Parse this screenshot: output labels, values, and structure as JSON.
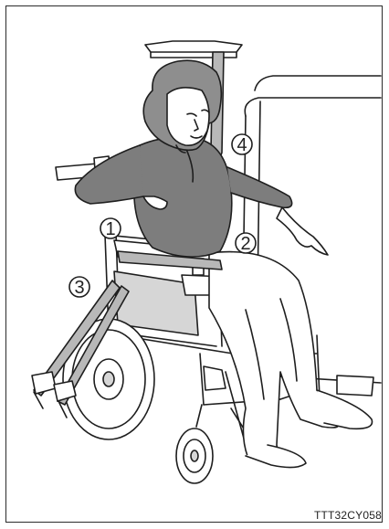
{
  "illustration": {
    "callouts": [
      {
        "id": "callout-1",
        "label": "1"
      },
      {
        "id": "callout-2",
        "label": "2"
      },
      {
        "id": "callout-3",
        "label": "3"
      },
      {
        "id": "callout-4",
        "label": "4"
      }
    ],
    "image_code": "TTT32CY058",
    "colors": {
      "line": "#1e1e1e",
      "belt": "#b8b8b8",
      "sweater": "#7d7d7d",
      "hair": "#8e8e8e",
      "pants": "#ffffff",
      "seat_panel": "#d6d6d6"
    }
  }
}
